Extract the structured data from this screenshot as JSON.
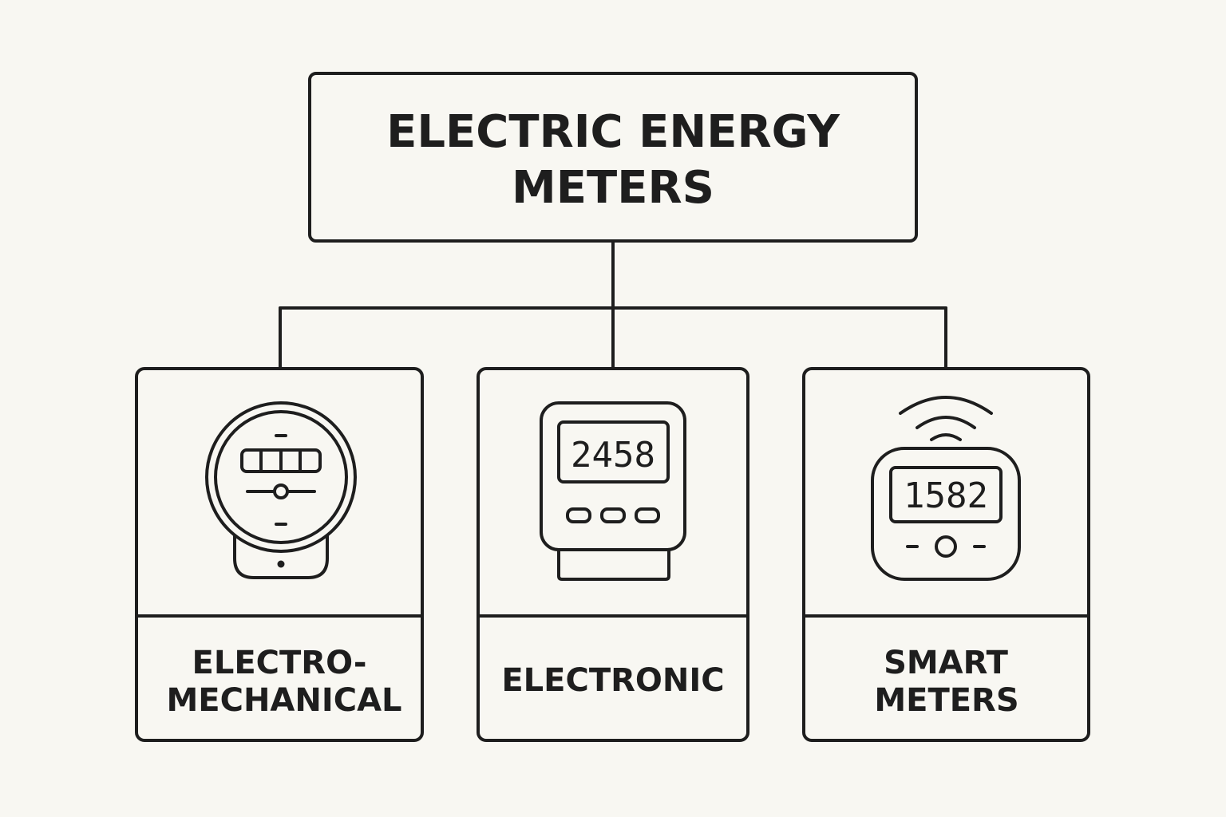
{
  "root": {
    "title_line1": "ELECTRIC ENERGY",
    "title_line2": "METERS"
  },
  "children": [
    {
      "line1": "ELECTRO-",
      "line2": "MECHANICAL",
      "icon": "electromechanical-meter-icon"
    },
    {
      "line1": "ELECTRONIC",
      "icon": "electronic-meter-icon",
      "display": "2458"
    },
    {
      "line1": "SMART",
      "line2": "METERS",
      "icon": "smart-meter-icon",
      "display": "1582"
    }
  ],
  "colors": {
    "background": "#f8f7f2",
    "stroke": "#1e1e1e"
  }
}
